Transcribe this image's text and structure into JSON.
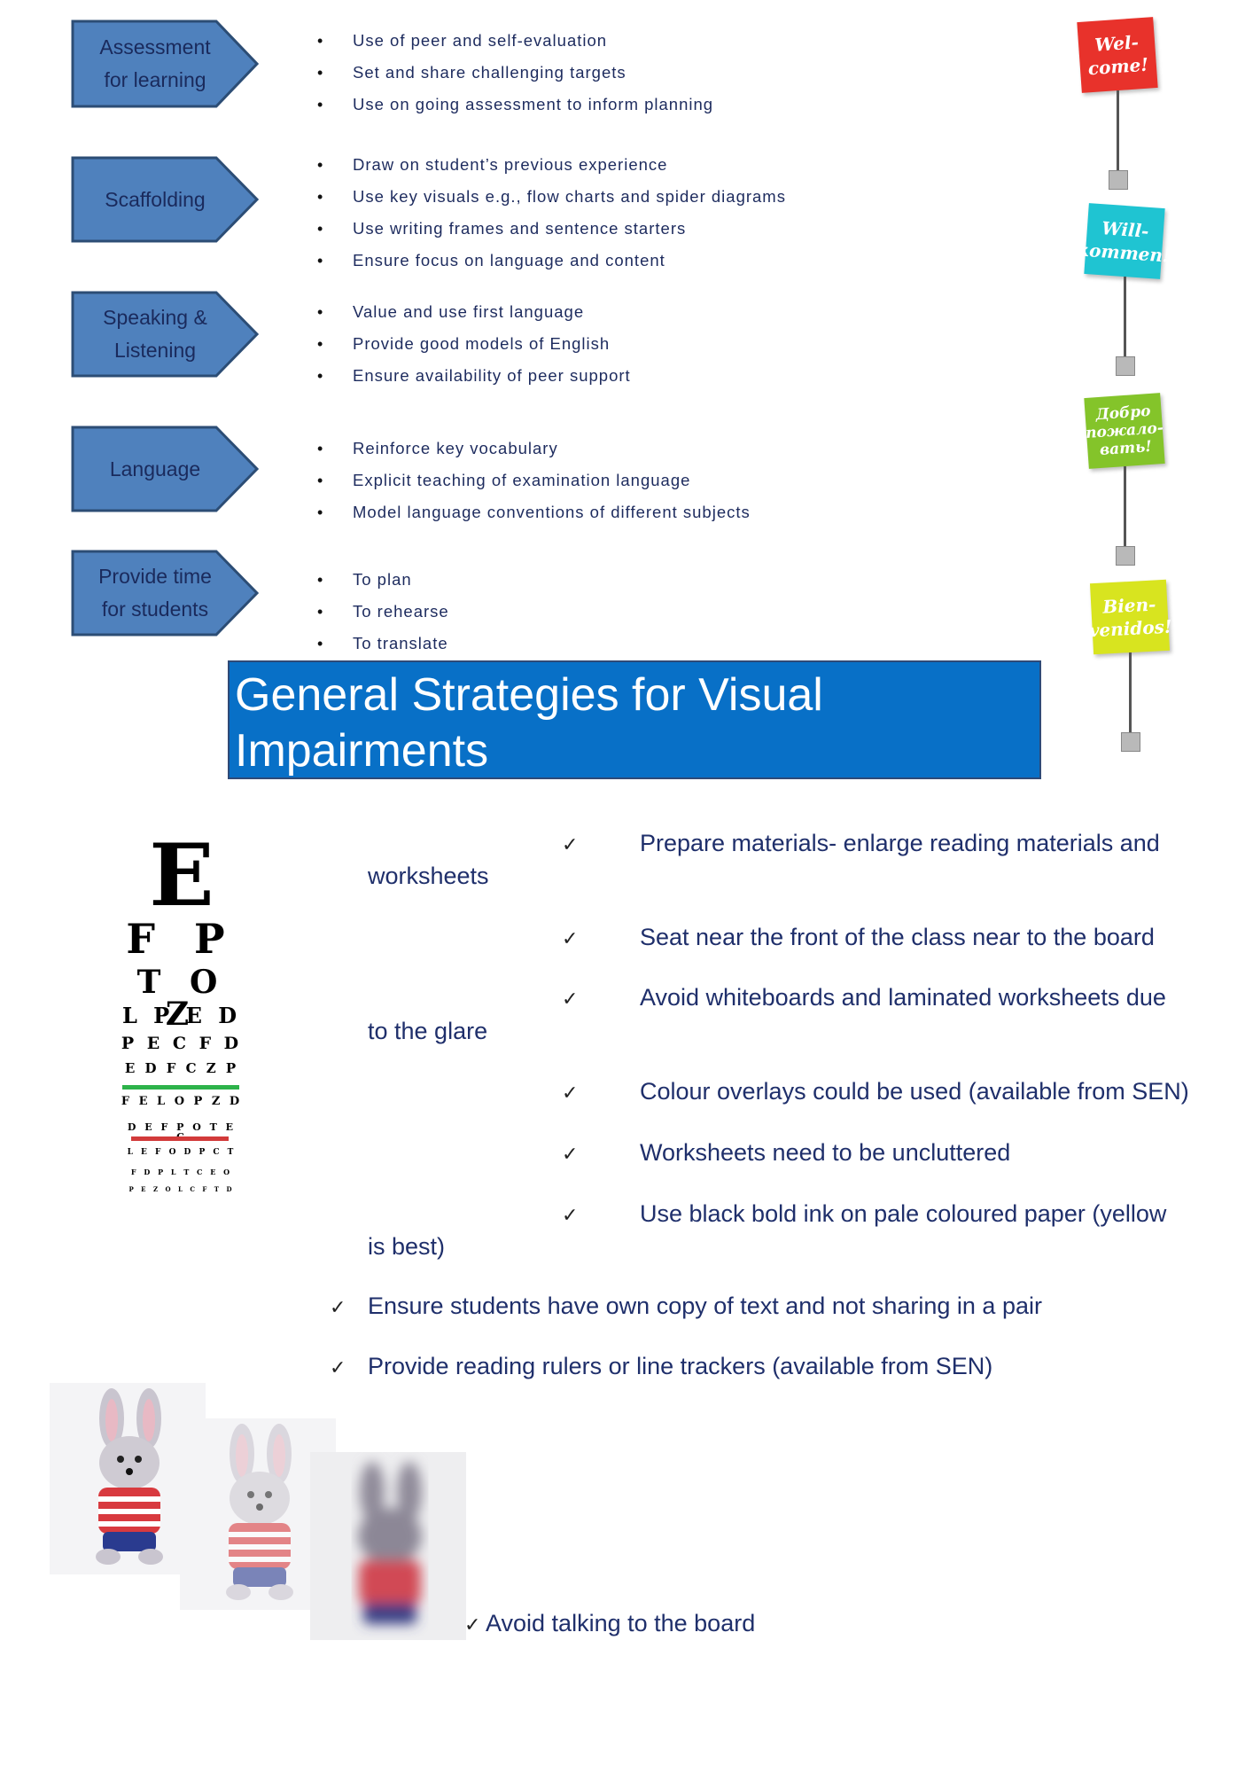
{
  "strategies": [
    {
      "label": "Assessment\nfor learning",
      "bullets": [
        "Use of peer and self-evaluation",
        "Set and share challenging targets",
        "Use on going assessment to inform planning"
      ]
    },
    {
      "label": "Scaffolding",
      "bullets": [
        "Draw on student’s previous experience",
        "Use key visuals e.g., flow charts and spider diagrams",
        "Use writing frames and sentence starters",
        "Ensure focus on language and content"
      ]
    },
    {
      "label": "Speaking &\nListening",
      "bullets": [
        "Value and use first language",
        "Provide good models of English",
        "Ensure availability of peer support"
      ]
    },
    {
      "label": "Language",
      "bullets": [
        "Reinforce key vocabulary",
        "Explicit teaching of examination language",
        "Model language conventions of different subjects"
      ]
    },
    {
      "label": "Provide time\nfor students",
      "bullets": [
        "To plan",
        "To rehearse",
        "To translate"
      ]
    }
  ],
  "welcome_signs": [
    {
      "text": "Wel-\ncome!",
      "color": "#e8322b"
    },
    {
      "text": "Will-\nkommen!",
      "color": "#1fc4d2"
    },
    {
      "text": "Добро\nпожало-\nвать!",
      "color": "#84c42a"
    },
    {
      "text": "Bien-\nvenidos!",
      "color": "#d8e41f"
    }
  ],
  "title": "General Strategies for Visual Impairments",
  "eye_chart": [
    "E",
    "F P",
    "T O Z",
    "L P E D",
    "P E C F D",
    "E D F C Z P",
    "F E L O P Z D",
    "D E F P O T E C",
    "L E F O D P C T",
    "F D P L T C E O",
    "P E Z O L C F T D"
  ],
  "vi_items": {
    "i1a": "Prepare materials- enlarge reading materials and",
    "i1b": "worksheets",
    "i2": "Seat near the front of the class near to the board",
    "i3a": "Avoid whiteboards and laminated worksheets due",
    "i3b": "to the glare",
    "i4": "Colour overlays could be used (available from SEN)",
    "i5": "Worksheets need to be uncluttered",
    "i6a": "Use black bold ink on pale coloured paper (yellow",
    "i6b": "is best)",
    "i7": "Ensure students have own copy of text and not sharing in a pair",
    "i8": "Provide reading rulers or line trackers (available from SEN)",
    "i9": "Avoid talking to the board"
  },
  "check_glyph": "✓",
  "colors": {
    "arrow_fill": "#4f81bd",
    "arrow_stroke": "#2c4d75",
    "title_bg": "#0870c7",
    "text_dark_blue": "#1f2f6b"
  }
}
